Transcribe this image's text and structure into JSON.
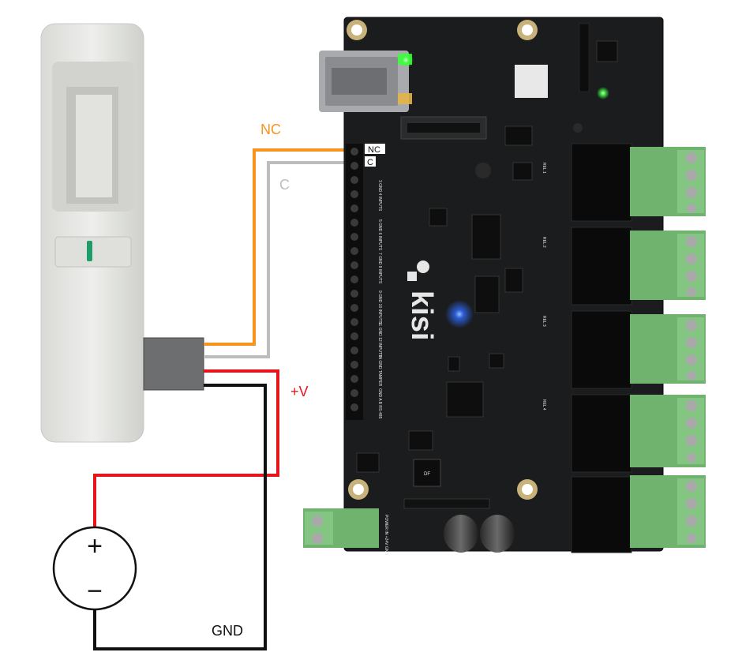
{
  "wires": {
    "nc_label": "NC",
    "c_label": "C",
    "vplus_label": "+V",
    "gnd_label": "GND",
    "colors": {
      "nc": "#F7941D",
      "c": "#BDBDBD",
      "vplus": "#E8141C",
      "gnd": "#111111"
    }
  },
  "power_source": {
    "plus_symbol": "+",
    "minus_symbol": "−"
  },
  "board": {
    "brand": "kisi",
    "terminal_nc": "NC",
    "terminal_c": "C",
    "relay_labels": [
      "REL 1",
      "REL 2",
      "REL 3",
      "REL 4"
    ],
    "input_labels": [
      "3 GND 4 INPUTS",
      "5 GND 6 INPUTS",
      "7 GND 8 INPUTS",
      "9 GND 10 INPUTS",
      "11 GND 12 INPUTS",
      "IN GND TAMPER",
      "GND A B RS-485"
    ],
    "power_label": "POWER IN +24V GND",
    "df_label": "DF",
    "led_colors": {
      "status": "#3CFF3C",
      "center": "#2E6BFF"
    }
  },
  "sensor": {
    "body_color": "#E6E7E3",
    "indicator_color": "#1E9E66"
  }
}
